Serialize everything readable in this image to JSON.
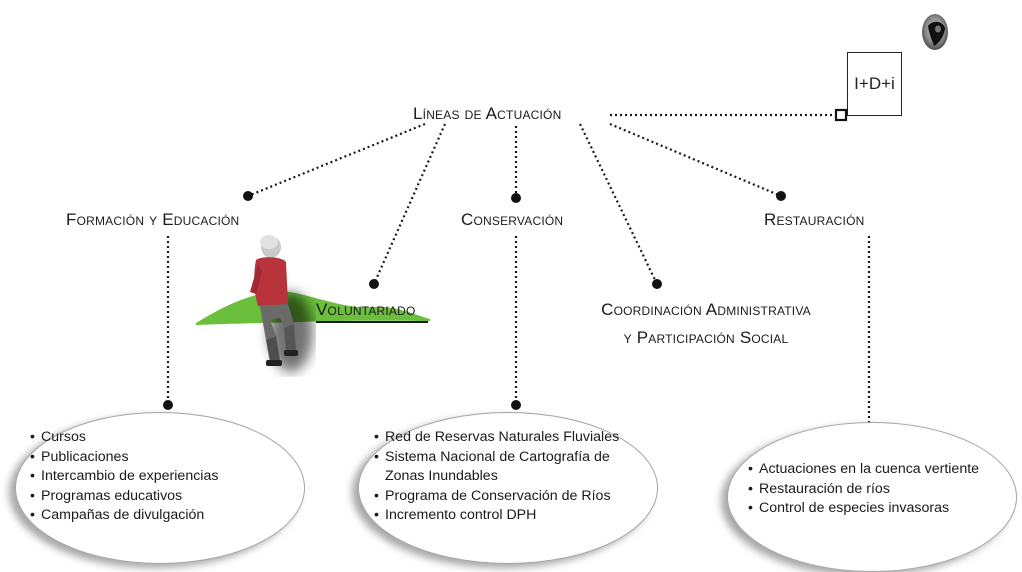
{
  "title": "Líneas de Actuación",
  "idi": "I+D+i",
  "branches": {
    "formacion": "Formación y Educación",
    "voluntariado": "Voluntariado",
    "conservacion": "Conservación",
    "coordinacion_1": "Coordinación Administrativa",
    "coordinacion_2": "y Participación Social",
    "restauracion": "Restauración"
  },
  "lists": {
    "formacion": [
      "Cursos",
      "Publicaciones",
      "Intercambio de experiencias",
      "Programas educativos",
      "Campañas de divulgación"
    ],
    "conservacion": [
      "Red de Reservas Naturales Fluviales",
      "Sistema Nacional de Cartografía de",
      "Zonas Inundables",
      "Programa de Conservación de Ríos",
      "Incremento control DPH"
    ],
    "restauracion": [
      "Actuaciones en la cuenca vertiente",
      "Restauración de ríos",
      "Control de especies invasoras"
    ]
  },
  "colors": {
    "line": "#1a1a1a",
    "dot": "#111111",
    "grass": "#6cbf3c",
    "shirt": "#b8333b",
    "jeans": "#5a5a5a"
  },
  "icons": {
    "person": "volunteer-person-icon",
    "eye": "eye-icon"
  }
}
